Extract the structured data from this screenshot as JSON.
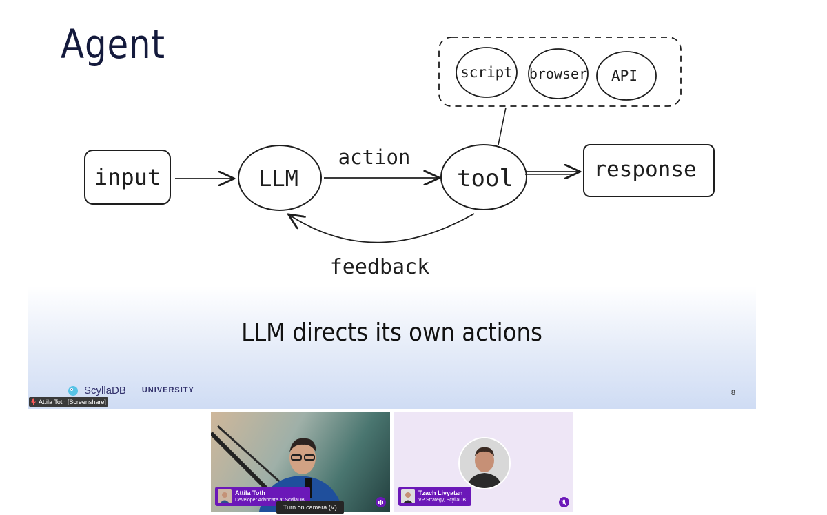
{
  "slide": {
    "title": "Agent",
    "caption": "LLM directs its own actions",
    "page_number": "8",
    "brand_name": "ScyllaDB",
    "brand_sub": "UNIVERSITY",
    "diagram": {
      "nodes": [
        "input",
        "LLM",
        "tool",
        "response"
      ],
      "tools": [
        "script",
        "browser",
        "API"
      ],
      "edge_action": "action",
      "edge_feedback": "feedback"
    }
  },
  "screenshare_badge": "Attila Toth [Screenshare]",
  "participants": [
    {
      "name": "Attila Toth",
      "role": "Developer Advocate at ScyllaDB"
    },
    {
      "name": "Tzach Livyatan",
      "role": "VP Strategy, ScyllaDB"
    }
  ],
  "tooltip": "Turn on camera (V)",
  "colors": {
    "accent": "#6b18b8",
    "title": "#141a3c"
  }
}
